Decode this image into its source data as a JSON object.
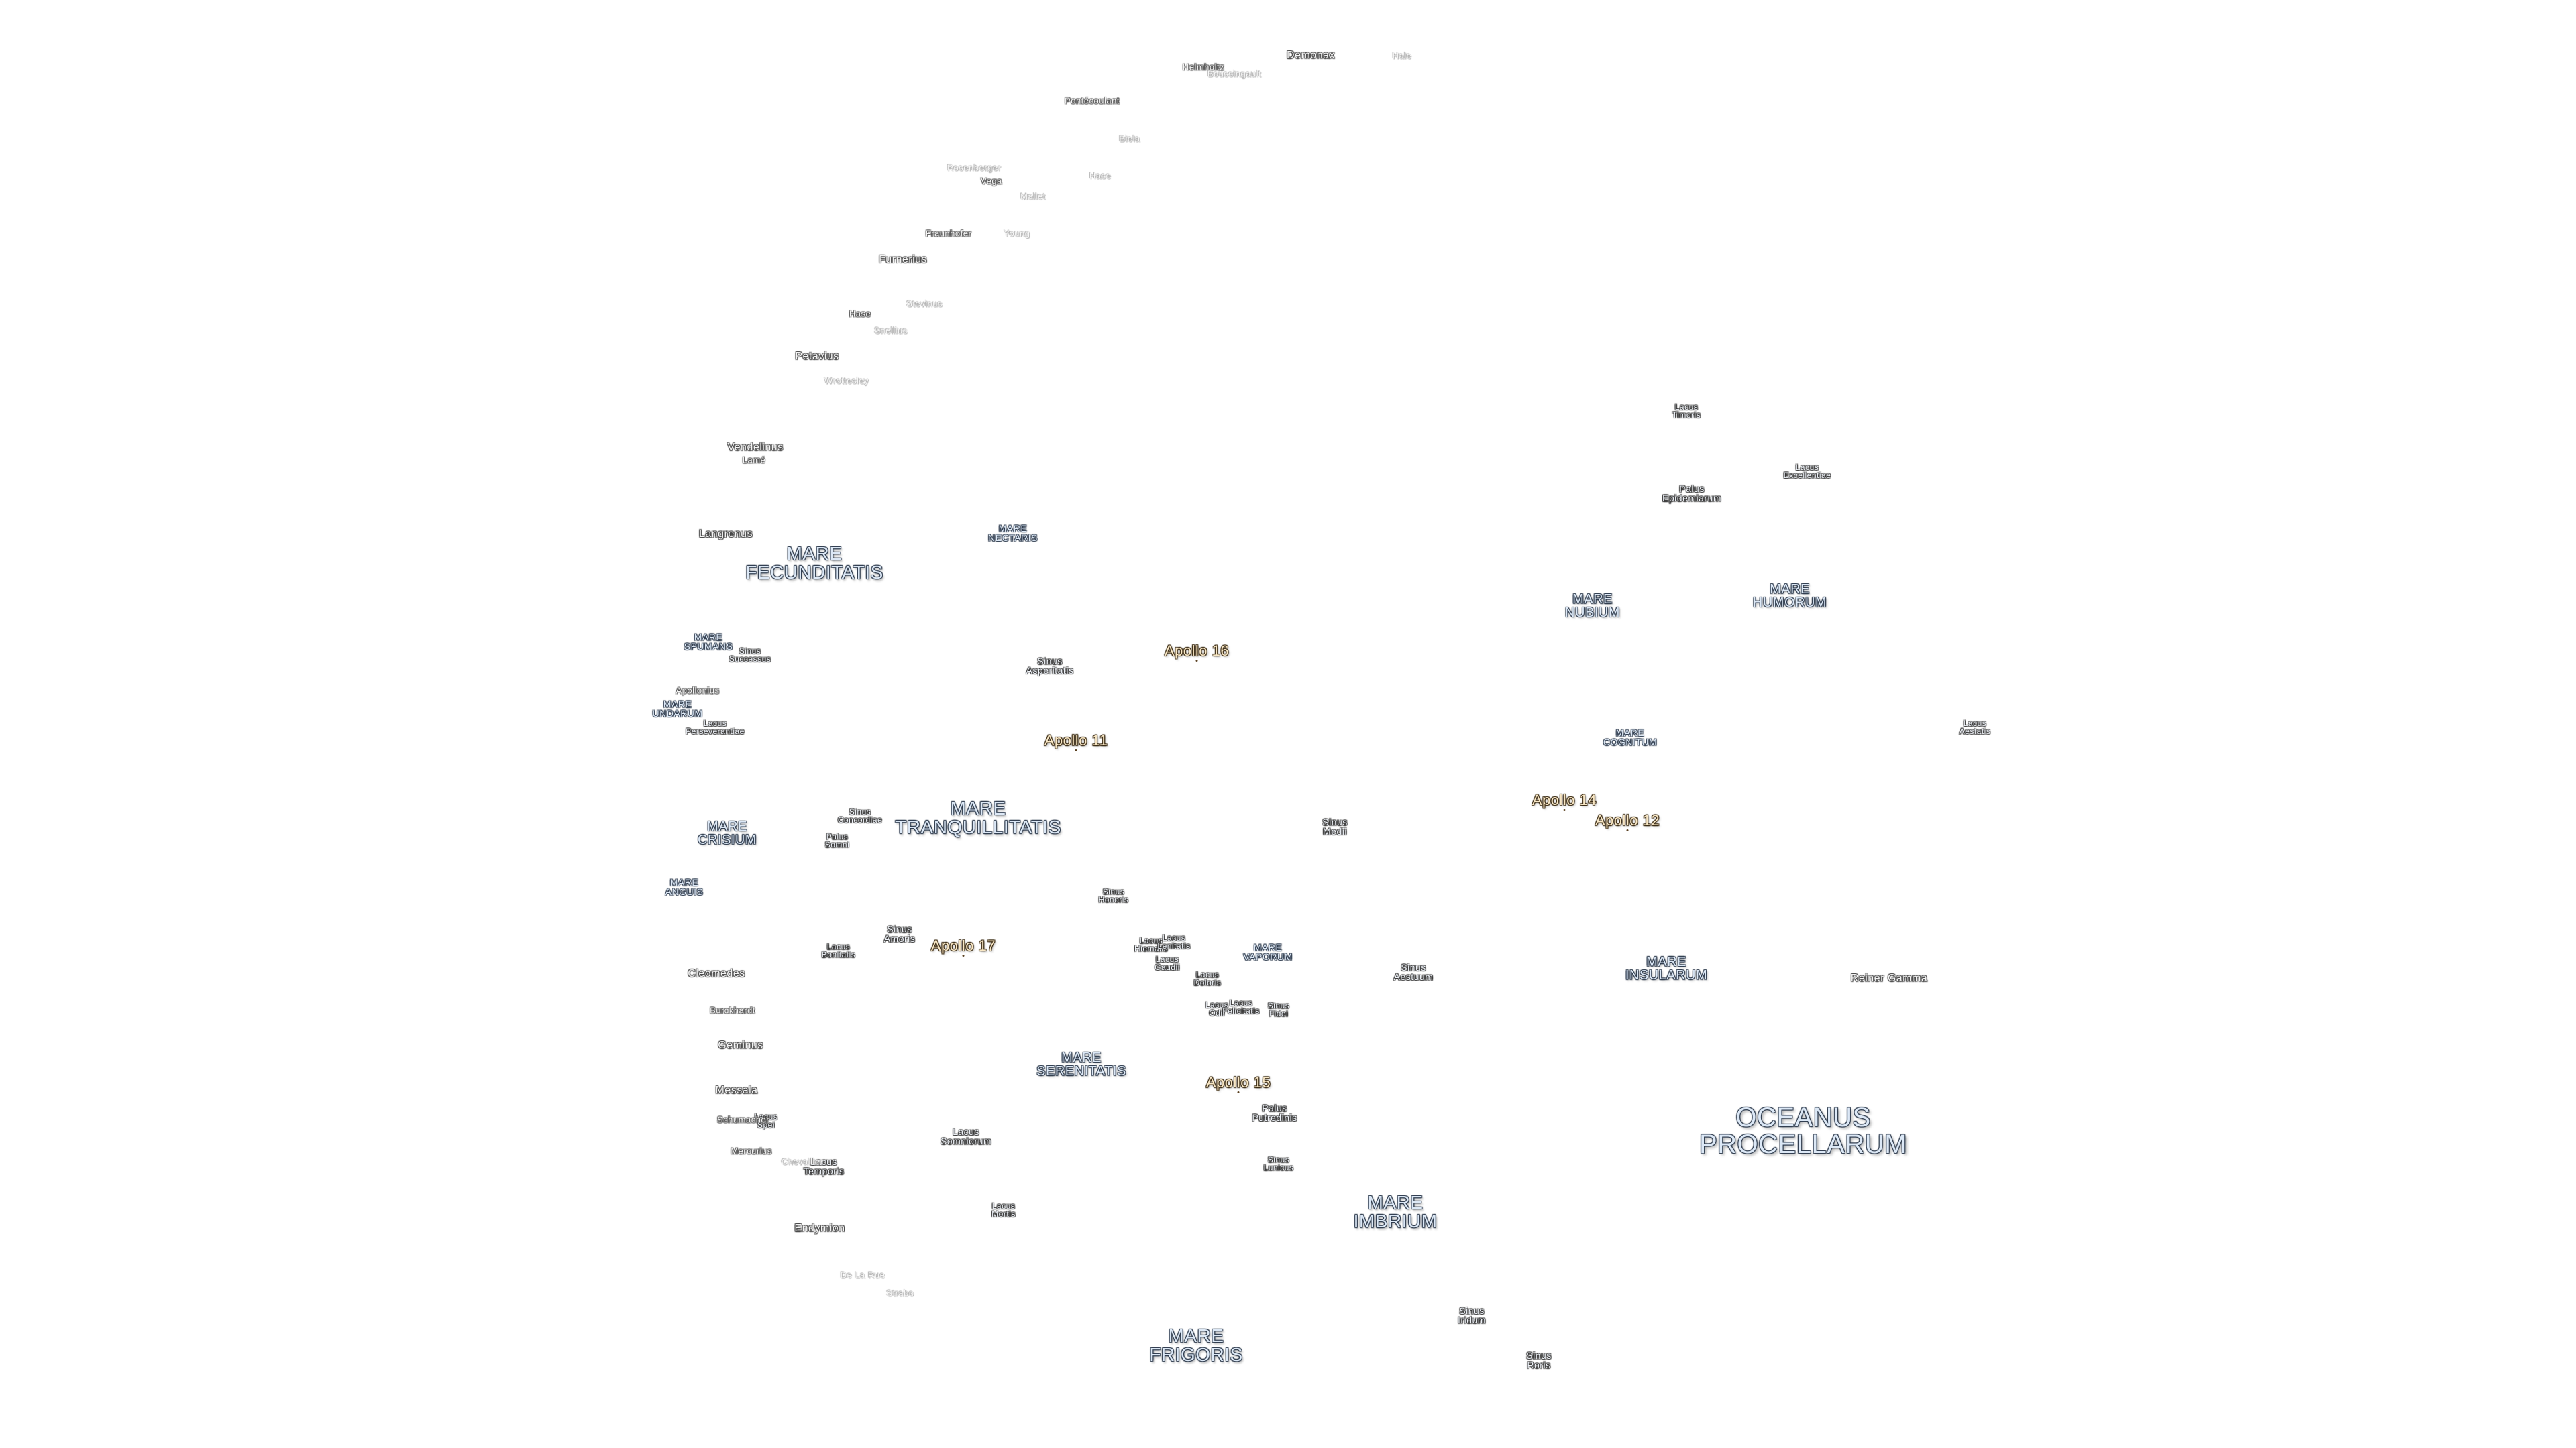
{
  "map": {
    "maria": [
      {
        "name": "OCEANUS\nPROCELLARUM",
        "size": "ocean"
      },
      {
        "name": "MARE\nFRIGORIS",
        "size": "mare"
      },
      {
        "name": "MARE\nIMBRIUM",
        "size": "mare"
      },
      {
        "name": "MARE\nSERENITATIS",
        "size": "mare-sm"
      },
      {
        "name": "MARE\nTRANQUILLITATIS",
        "size": "mare"
      },
      {
        "name": "MARE\nCRISIUM",
        "size": "mare-sm"
      },
      {
        "name": "MARE\nFECUNDITATIS",
        "size": "mare"
      },
      {
        "name": "MARE\nNECTARIS",
        "size": "mare-xs"
      },
      {
        "name": "MARE\nNUBIUM",
        "size": "mare-sm"
      },
      {
        "name": "MARE\nHUMORUM",
        "size": "mare-sm"
      },
      {
        "name": "MARE\nCOGNITUM",
        "size": "mare-xs"
      },
      {
        "name": "MARE\nINSULARUM",
        "size": "mare-sm"
      },
      {
        "name": "MARE\nVAPORUM",
        "size": "mare-xs"
      },
      {
        "name": "MARE\nANGUIS",
        "size": "mare-xs"
      },
      {
        "name": "MARE\nSPUMANS",
        "size": "mare-xs"
      },
      {
        "name": "MARE\nUNDARUM",
        "size": "mare-xs"
      }
    ],
    "features": [
      {
        "name": "Sinus\nIridum",
        "size": "feat"
      },
      {
        "name": "Sinus\nRoris",
        "size": "feat"
      },
      {
        "name": "Sinus\nAestuum",
        "size": "feat"
      },
      {
        "name": "Sinus\nMedii",
        "size": "feat"
      },
      {
        "name": "Sinus\nAsperitatis",
        "size": "feat"
      },
      {
        "name": "Sinus\nAmoris",
        "size": "feat"
      },
      {
        "name": "Sinus\nConcordiae",
        "size": "feat-sm"
      },
      {
        "name": "Sinus\nSuccessus",
        "size": "feat-sm"
      },
      {
        "name": "Sinus\nHonoris",
        "size": "feat-sm"
      },
      {
        "name": "Sinus\nFidei",
        "size": "feat-sm"
      },
      {
        "name": "Sinus\nLunicus",
        "size": "feat-sm"
      },
      {
        "name": "Lacus\nSomniorum",
        "size": "feat"
      },
      {
        "name": "Lacus\nTemporis",
        "size": "feat"
      },
      {
        "name": "Lacus\nMortis",
        "size": "feat-sm"
      },
      {
        "name": "Lacus\nBonitatis",
        "size": "feat-sm"
      },
      {
        "name": "Lacus\nTimoris",
        "size": "feat-sm"
      },
      {
        "name": "Lacus\nExcellentiae",
        "size": "feat-sm"
      },
      {
        "name": "Lacus\nAestatis",
        "size": "feat-sm"
      },
      {
        "name": "Lacus\nDoloris",
        "size": "feat-sm"
      },
      {
        "name": "Lacus\nGaudii",
        "size": "feat-sm"
      },
      {
        "name": "Lacus\nHiemalis",
        "size": "feat-sm"
      },
      {
        "name": "Lacus\nLenitatis",
        "size": "feat-sm"
      },
      {
        "name": "Lacus\nOdii",
        "size": "feat-sm"
      },
      {
        "name": "Lacus\nFelicitatis",
        "size": "feat-sm"
      },
      {
        "name": "Lacus\nSpei",
        "size": "feat-sm"
      },
      {
        "name": "Lacus\nPerseverantiae",
        "size": "feat-sm"
      },
      {
        "name": "Palus\nEpidemiarum",
        "size": "feat"
      },
      {
        "name": "Palus\nPutredinis",
        "size": "feat"
      },
      {
        "name": "Palus\nSomni",
        "size": "feat-sm"
      }
    ],
    "craters": [
      {
        "name": "Helmholtz",
        "size": "crater-sm"
      },
      {
        "name": "Boussingault",
        "size": "crater-faint"
      },
      {
        "name": "Demonax",
        "size": "crater"
      },
      {
        "name": "Hale",
        "size": "crater-faint"
      },
      {
        "name": "Pontécoulant",
        "size": "crater-sm"
      },
      {
        "name": "Biela",
        "size": "crater-faint"
      },
      {
        "name": "Rosenberger",
        "size": "crater-faint"
      },
      {
        "name": "Vega",
        "size": "crater-sm"
      },
      {
        "name": "Hase",
        "size": "crater-faint"
      },
      {
        "name": "Mallet",
        "size": "crater-faint"
      },
      {
        "name": "Fraunhofer",
        "size": "crater-sm"
      },
      {
        "name": "Young",
        "size": "crater-faint"
      },
      {
        "name": "Furnerius",
        "size": "crater"
      },
      {
        "name": "Stevinus",
        "size": "crater-faint"
      },
      {
        "name": "Hase",
        "size": "crater-sm"
      },
      {
        "name": "Snellius",
        "size": "crater-faint"
      },
      {
        "name": "Petavius",
        "size": "crater"
      },
      {
        "name": "Wrottesley",
        "size": "crater-faint"
      },
      {
        "name": "Vendelinus",
        "size": "crater"
      },
      {
        "name": "Lamé",
        "size": "crater-sm"
      },
      {
        "name": "Langrenus",
        "size": "crater"
      },
      {
        "name": "Apollonius",
        "size": "crater-sm"
      },
      {
        "name": "Cleomedes",
        "size": "crater"
      },
      {
        "name": "Burckhardt",
        "size": "crater-sm"
      },
      {
        "name": "Geminus",
        "size": "crater"
      },
      {
        "name": "Messala",
        "size": "crater"
      },
      {
        "name": "Schumacher",
        "size": "crater-sm"
      },
      {
        "name": "Mercurius",
        "size": "crater-sm"
      },
      {
        "name": "Chevallier",
        "size": "crater-faint"
      },
      {
        "name": "Endymion",
        "size": "crater"
      },
      {
        "name": "De La Rue",
        "size": "crater-faint"
      },
      {
        "name": "Strabo",
        "size": "crater-faint"
      },
      {
        "name": "Reiner Gamma",
        "size": "crater"
      }
    ],
    "apollo": [
      {
        "name": "Apollo 11"
      },
      {
        "name": "Apollo 12"
      },
      {
        "name": "Apollo 14"
      },
      {
        "name": "Apollo 15"
      },
      {
        "name": "Apollo 16"
      },
      {
        "name": "Apollo 17"
      }
    ]
  }
}
